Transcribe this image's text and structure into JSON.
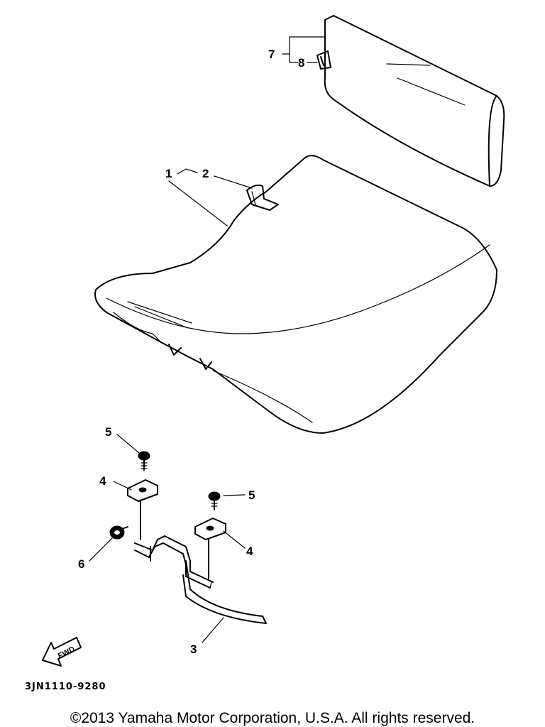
{
  "callouts": {
    "c1": "1",
    "c2": "2",
    "c3": "3",
    "c4a": "4",
    "c4b": "4",
    "c5a": "5",
    "c5b": "5",
    "c6": "6",
    "c7": "7",
    "c8": "8"
  },
  "fwd_label": "FWD",
  "diagram_code": "3JN1110-9280",
  "copyright": "©2013 Yamaha Motor Corporation, U.S.A. All rights reserved."
}
